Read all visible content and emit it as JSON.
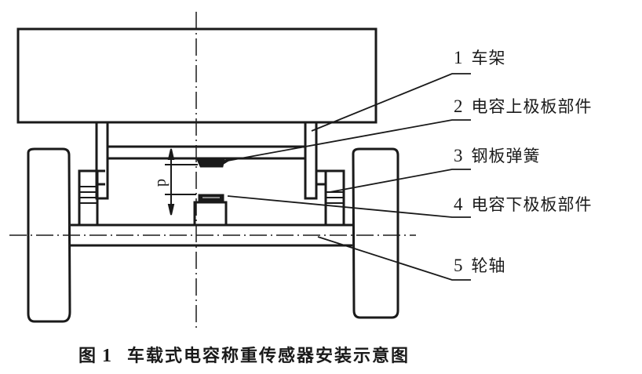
{
  "diagram": {
    "title": "车载式电容称重传感器安装示意图",
    "dimension_label": "d",
    "callouts": [
      {
        "number": "1",
        "label": "车架"
      },
      {
        "number": "2",
        "label": "电容上极板部件"
      },
      {
        "number": "3",
        "label": "钢板弹簧"
      },
      {
        "number": "4",
        "label": "电容下极板部件"
      },
      {
        "number": "5",
        "label": "轮轴"
      }
    ]
  },
  "caption": {
    "prefix": "图",
    "number": "1",
    "title": "车载式电容称重传感器安装示意图"
  }
}
